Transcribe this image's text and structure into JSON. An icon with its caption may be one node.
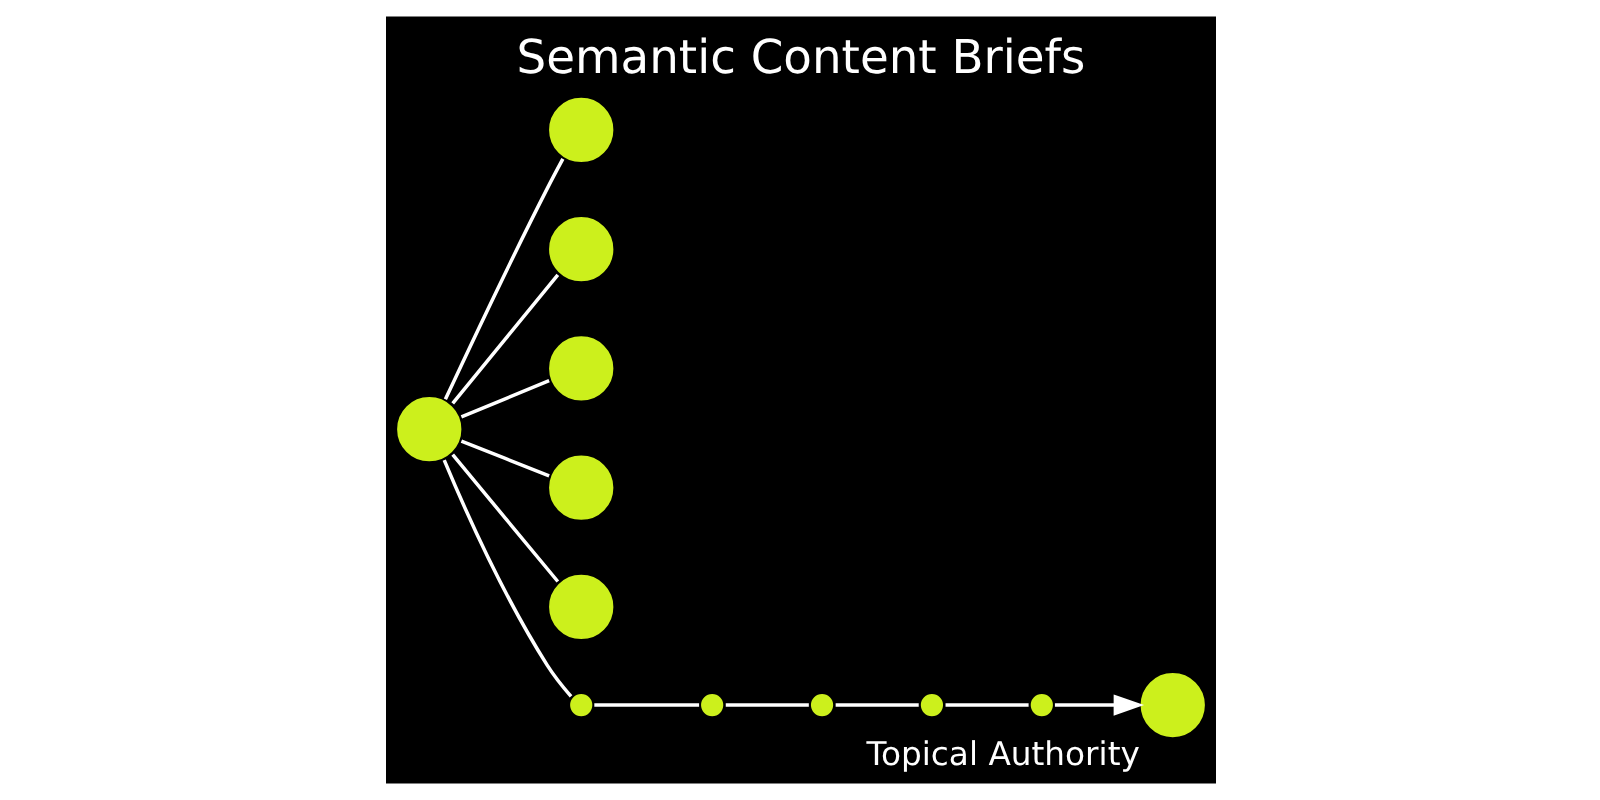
{
  "diagram": {
    "title": "Semantic Content Briefs",
    "nodes": [
      {
        "text": [],
        "shape": "circle"
      },
      {
        "text": [],
        "shape": "circle"
      },
      {
        "text": [],
        "shape": "circle"
      },
      {
        "text": [],
        "shape": "circle"
      },
      {
        "text": [],
        "shape": "circle"
      },
      {
        "text": [],
        "shape": "circle"
      },
      {
        "text": [],
        "shape": "circle"
      },
      {
        "text": [],
        "shape": "circle"
      },
      {
        "text": [],
        "shape": "circle"
      },
      {
        "text": [],
        "shape": "circle"
      },
      {
        "text": [],
        "shape": "circle"
      },
      {
        "text": [],
        "shape": "circle",
        "beside": [
          "Topical Authority"
        ]
      }
    ],
    "edges": [
      {
        "from": 3,
        "to": 0,
        "arrow": "none"
      },
      {
        "from": 3,
        "to": 1,
        "arrow": "none"
      },
      {
        "from": 3,
        "to": 2,
        "arrow": "none"
      },
      {
        "from": 3,
        "to": 4,
        "arrow": "none"
      },
      {
        "from": 3,
        "to": 5,
        "arrow": "none"
      },
      {
        "from": 3,
        "to": 6,
        "arrow": "none"
      },
      {
        "from": 6,
        "to": 7,
        "arrow": "none"
      },
      {
        "from": 7,
        "to": 8,
        "arrow": "none"
      },
      {
        "from": 8,
        "to": 9,
        "arrow": "none"
      },
      {
        "from": 9,
        "to": 10,
        "arrow": "none"
      },
      {
        "from": 10,
        "to": 11,
        "arrow": "to"
      }
    ]
  }
}
